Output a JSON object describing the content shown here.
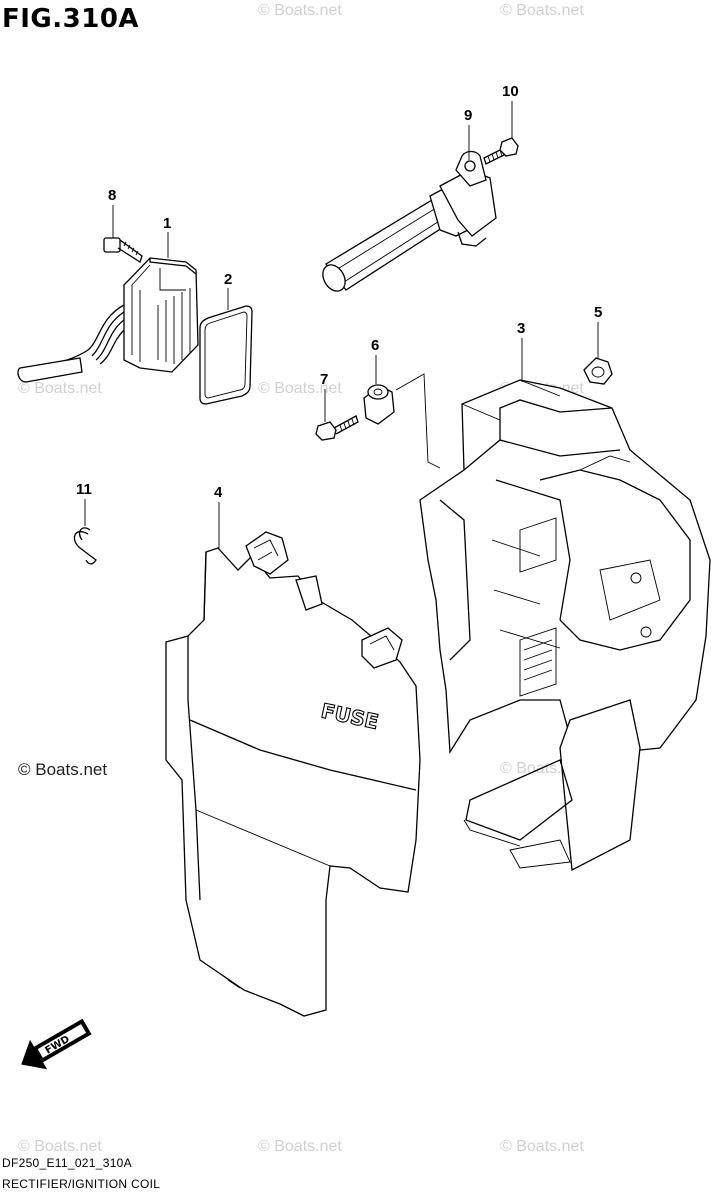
{
  "figure": {
    "title": "FIG.310A",
    "code": "DF250_E11_021_310A",
    "caption": "RECTIFIER/IGNITION COIL",
    "fuse_text": "FUSE",
    "fwd_text": "FWD"
  },
  "watermarks": {
    "light": "© Boats.net",
    "dark": "© Boats.net"
  },
  "callouts": [
    "1",
    "2",
    "3",
    "4",
    "5",
    "6",
    "7",
    "8",
    "9",
    "10",
    "11"
  ]
}
